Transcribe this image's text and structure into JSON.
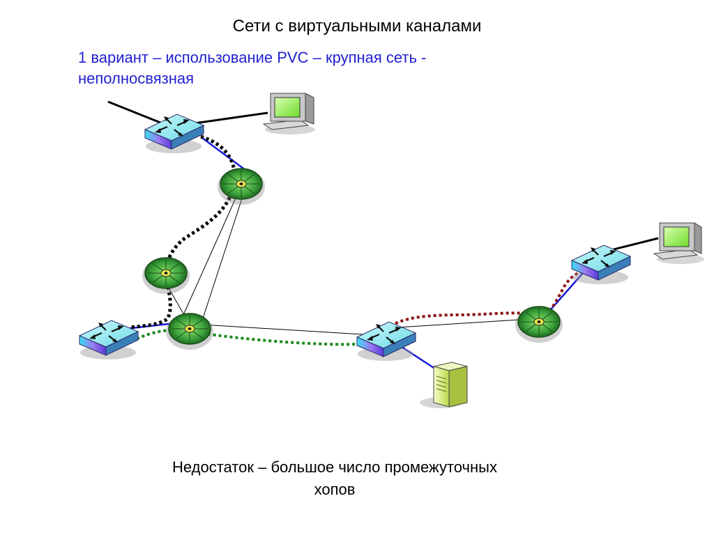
{
  "title": "Сети с виртуальными каналами",
  "subtitle": {
    "line1": "1 вариант – использование PVC – крупная сеть -",
    "line2": "неполносвязная"
  },
  "footer": {
    "line1": "Недостаток – большое число промежуточных",
    "line2": "хопов"
  },
  "colors": {
    "access_link": "#1a1ad8",
    "trunk_link": "#000000",
    "vc_black": "#000000",
    "vc_green": "#1a8a1a",
    "vc_red": "#8a1010",
    "switch_green": "#3aa03a",
    "router_cyan": "#7fe6ee"
  },
  "icons": {
    "router": "router-icon",
    "switch": "frame-relay-switch-icon",
    "workstation": "workstation-icon",
    "server": "server-icon"
  }
}
